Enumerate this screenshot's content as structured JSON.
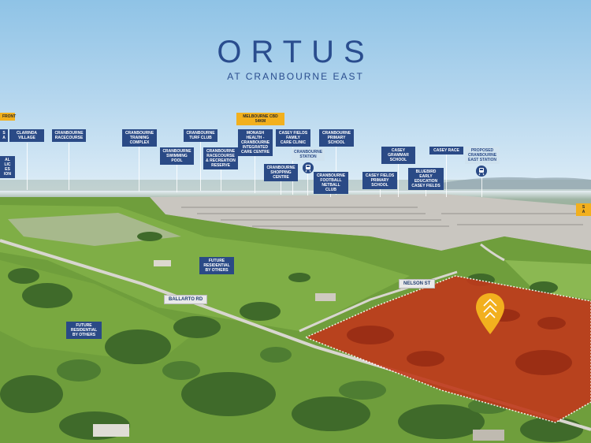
{
  "brand": {
    "name": "ORTUS",
    "subtitle": "AT CRANBOURNE EAST"
  },
  "labels": {
    "front_cut": "FRONT",
    "clarinda": "CLARINDA\nVILLAGE",
    "cranbourne_racecourse": "CRANBOURNE\nRACECOURSE",
    "cut_left": "AL\nLIC\nES\nION",
    "cranbourne_training": "CRANBOURNE\nTRAINING\nCOMPLEX",
    "turf_club": "CRANBOURNE\nTURF CLUB",
    "swimming_pool": "CRANBOURNE\nSWIMMING\nPOOL",
    "racecourse_reserve": "CRANBOURNE\nRACECOURSE\n& RECREATION\nRESERVE",
    "melbourne_cbd": "MELBOURNE CBD\n54KM",
    "monash_health": "MONASH\nHEALTH -\nCRANBOURNE\nINTEGRATED\nCARE CENTRE",
    "casey_fields_clinic": "CASEY FIELDS\nFAMILY\nCARE CLINIC",
    "cranbourne_primary": "CRANBOURNE\nPRIMARY\nSCHOOL",
    "cranbourne_station": "CRANBOURNE\nSTATION",
    "cranbourne_shopping": "CRANBOURNE\nSHOPPING\nCENTRE",
    "netball_club": "CRANBOURNE\nFOOTBALL\nNETBALL CLUB",
    "casey_grammar": "CASEY\nGRAMMAR\nSCHOOL",
    "casey_race": "CASEY RACE",
    "proposed_station": "PROPOSED\nCRANBOURNE\nEAST STATION",
    "casey_fields_primary": "CASEY FIELDS\nPRIMARY\nSCHOOL",
    "bluebird": "BLUEBIRD\nEARLY\nEDUCATION\nCASEY FIELDS",
    "cut_right": "S\nA",
    "future_res_1": "FUTURE\nRESIDENTIAL\nBY OTHERS",
    "future_res_2": "FUTURE\nRESIDENTIAL\nBY OTHERS"
  },
  "roads": {
    "nelson": "NELSON ST",
    "ballarto": "BALLARTO RD"
  },
  "icons": {
    "train": "train-icon",
    "location": "location-pin-icon"
  },
  "colors": {
    "label_bg": "#2a4a86",
    "label_highlight": "#f2b01e",
    "site_overlay": "#c0391b",
    "brand": "#2a4d8e"
  }
}
